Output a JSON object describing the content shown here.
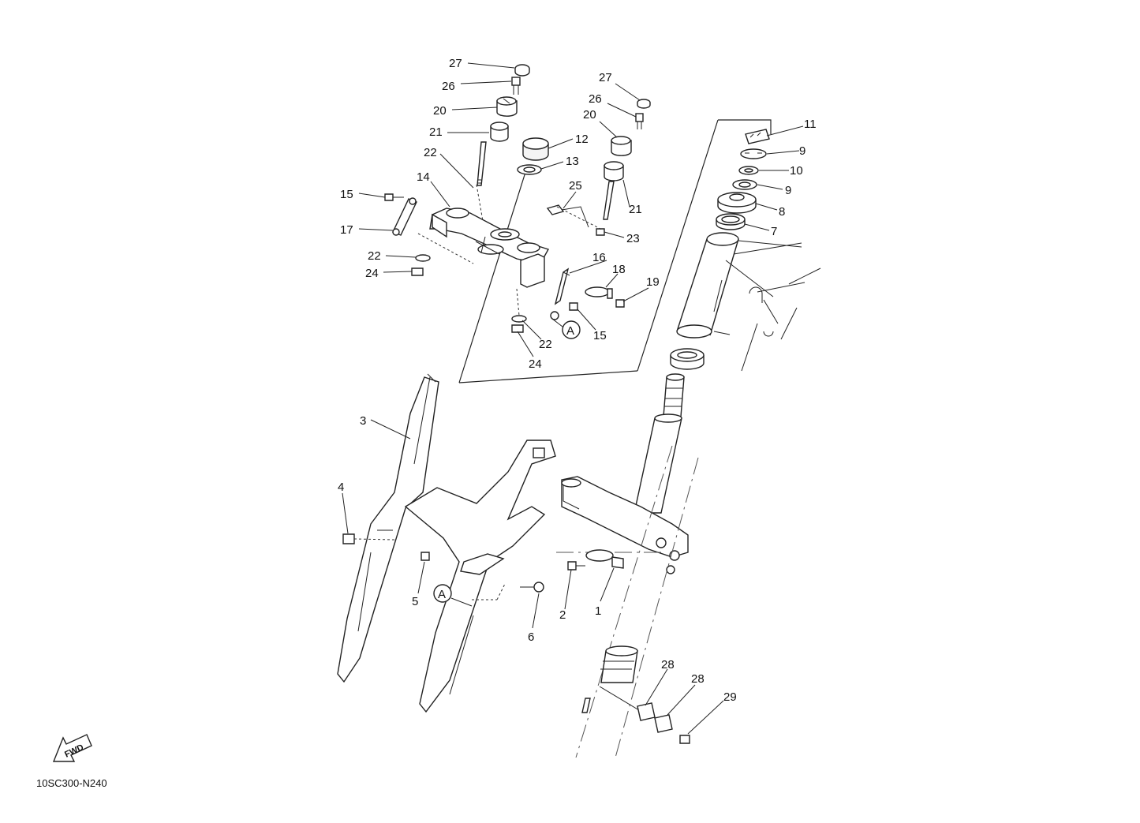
{
  "diagram_code": "10SC300-N240",
  "fwd_label": "FWD",
  "callout_a": "A",
  "callouts": [
    {
      "id": "c27a",
      "label": "27"
    },
    {
      "id": "c26a",
      "label": "26"
    },
    {
      "id": "c20a",
      "label": "20"
    },
    {
      "id": "c21a",
      "label": "21"
    },
    {
      "id": "c22a",
      "label": "22"
    },
    {
      "id": "c14",
      "label": "14"
    },
    {
      "id": "c15a",
      "label": "15"
    },
    {
      "id": "c17",
      "label": "17"
    },
    {
      "id": "c22b",
      "label": "22"
    },
    {
      "id": "c24a",
      "label": "24"
    },
    {
      "id": "c12",
      "label": "12"
    },
    {
      "id": "c13",
      "label": "13"
    },
    {
      "id": "c27b",
      "label": "27"
    },
    {
      "id": "c26b",
      "label": "26"
    },
    {
      "id": "c20b",
      "label": "20"
    },
    {
      "id": "c25",
      "label": "25"
    },
    {
      "id": "c21b",
      "label": "21"
    },
    {
      "id": "c23",
      "label": "23"
    },
    {
      "id": "c16",
      "label": "16"
    },
    {
      "id": "c18",
      "label": "18"
    },
    {
      "id": "c19",
      "label": "19"
    },
    {
      "id": "c15b",
      "label": "15"
    },
    {
      "id": "c22c",
      "label": "22"
    },
    {
      "id": "c24b",
      "label": "24"
    },
    {
      "id": "c11",
      "label": "11"
    },
    {
      "id": "c9a",
      "label": "9"
    },
    {
      "id": "c10",
      "label": "10"
    },
    {
      "id": "c9b",
      "label": "9"
    },
    {
      "id": "c8",
      "label": "8"
    },
    {
      "id": "c7",
      "label": "7"
    },
    {
      "id": "c3",
      "label": "3"
    },
    {
      "id": "c4",
      "label": "4"
    },
    {
      "id": "c5",
      "label": "5"
    },
    {
      "id": "c6",
      "label": "6"
    },
    {
      "id": "c2",
      "label": "2"
    },
    {
      "id": "c1",
      "label": "1"
    },
    {
      "id": "c28a",
      "label": "28"
    },
    {
      "id": "c28b",
      "label": "28"
    },
    {
      "id": "c29",
      "label": "29"
    }
  ]
}
